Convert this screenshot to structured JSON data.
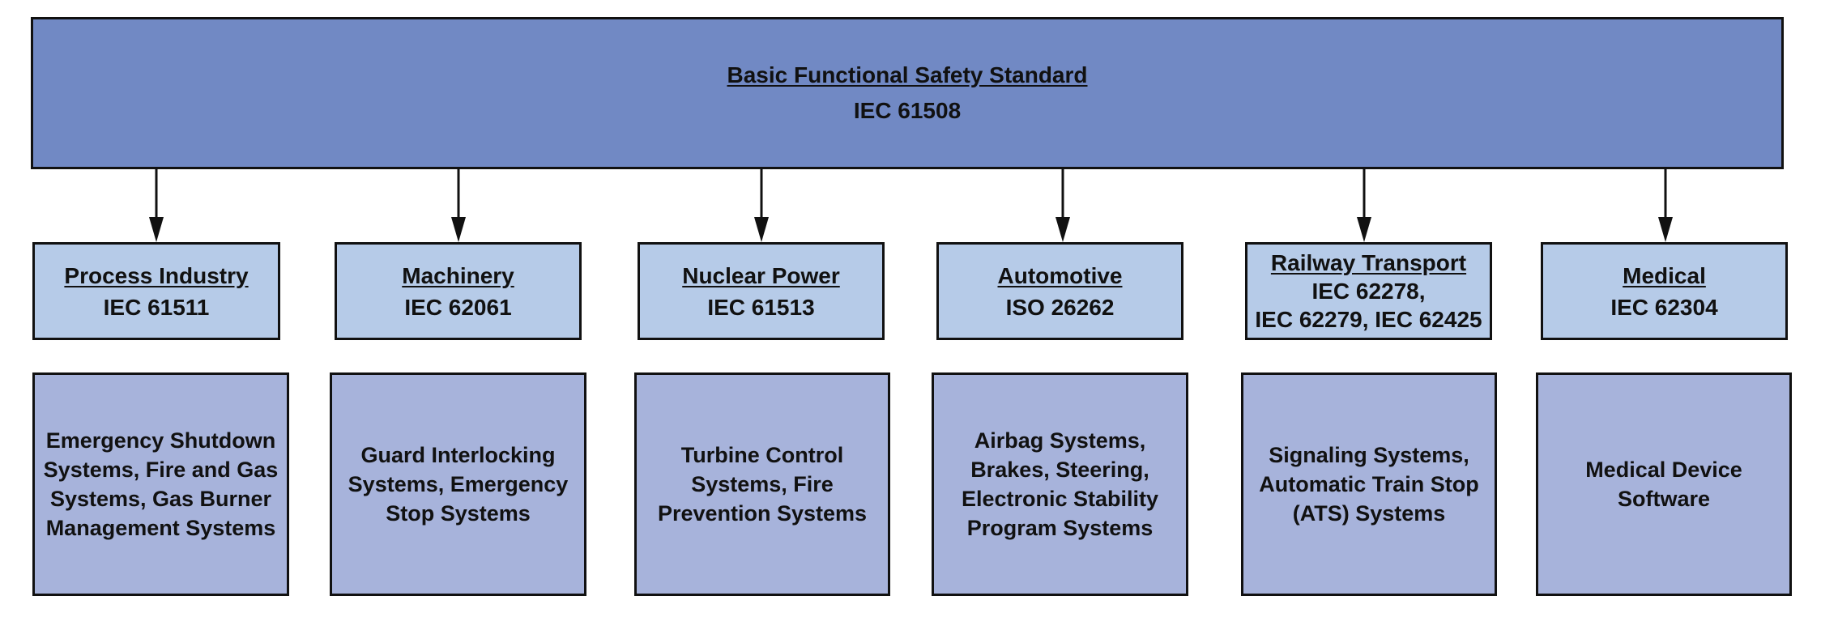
{
  "root": {
    "title": "Basic Functional Safety Standard",
    "standard": "IEC 61508"
  },
  "sectors": [
    {
      "title": "Process Industry",
      "standard_lines": [
        "IEC 61511"
      ],
      "applications_lines": [
        "Emergency Shutdown",
        "Systems, Fire and Gas",
        "Systems, Gas Burner",
        "Management Systems"
      ]
    },
    {
      "title": "Machinery",
      "standard_lines": [
        "IEC 62061"
      ],
      "applications_lines": [
        "Guard Interlocking",
        "Systems, Emergency",
        "Stop Systems"
      ]
    },
    {
      "title": "Nuclear Power",
      "standard_lines": [
        "IEC 61513"
      ],
      "applications_lines": [
        "Turbine Control",
        "Systems, Fire",
        "Prevention Systems"
      ]
    },
    {
      "title": "Automotive",
      "standard_lines": [
        "ISO 26262"
      ],
      "applications_lines": [
        "Airbag Systems,",
        "Brakes, Steering,",
        "Electronic Stability",
        "Program Systems"
      ]
    },
    {
      "title": "Railway Transport",
      "standard_lines": [
        "IEC 62278,",
        "IEC 62279, IEC 62425"
      ],
      "applications_lines": [
        "Signaling Systems,",
        "Automatic Train Stop",
        "(ATS) Systems"
      ]
    },
    {
      "title": "Medical",
      "standard_lines": [
        "IEC 62304"
      ],
      "applications_lines": [
        "Medical Device",
        "Software"
      ]
    }
  ],
  "colors": {
    "root_fill": "#7189c4",
    "sector_fill": "#b6cbe8",
    "application_fill": "#a7b3db",
    "outline": "#111111"
  }
}
